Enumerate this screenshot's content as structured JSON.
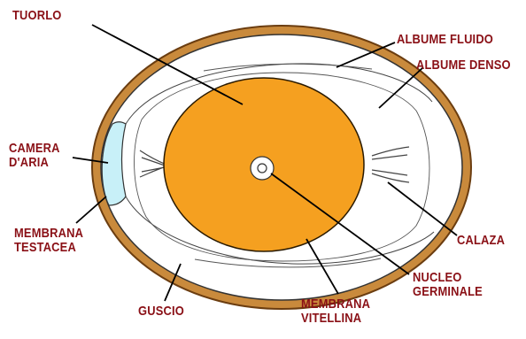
{
  "colors": {
    "label": "#8a1016",
    "shell": "#c98a3c",
    "shell_outline": "#6b3d10",
    "yolk": "#f5a020",
    "air_cell": "#c8f0f8",
    "albumen": "#ffffff",
    "line": "#000000"
  },
  "labels": {
    "tuorlo": "TUORLO",
    "albume_fluido": "ALBUME FLUIDO",
    "albume_denso": "ALBUME DENSO",
    "camera_line1": "CAMERA",
    "camera_line2": "D'ARIA",
    "membrana_testacea_line1": "MEMBRANA",
    "membrana_testacea_line2": "TESTACEA",
    "guscio": "GUSCIO",
    "membrana_vitellina_line1": "MEMBRANA",
    "membrana_vitellina_line2": "VITELLINA",
    "nucleo_line1": "NUCLEO",
    "nucleo_line2": "GERMINALE",
    "calaza": "CALAZA"
  }
}
